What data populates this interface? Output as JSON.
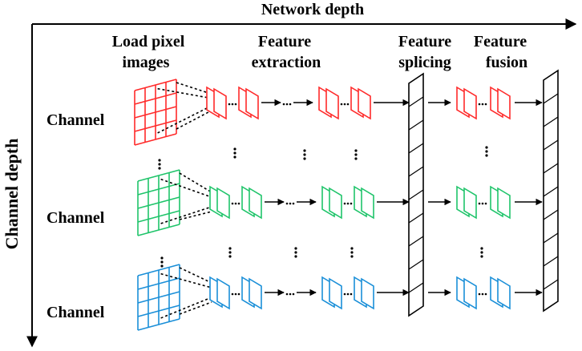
{
  "axes": {
    "x_label": "Network depth",
    "y_label": "Channel depth"
  },
  "stage_labels": {
    "load_line1": "Load pixel",
    "load_line2": "images",
    "extract_line1": "Feature",
    "extract_line2": "extraction",
    "splice_line1": "Feature",
    "splice_line2": "splicing",
    "fusion_line1": "Feature",
    "fusion_line2": "fusion"
  },
  "channels": [
    {
      "label": "Channel",
      "color": "#ff2a2a"
    },
    {
      "label": "Channel",
      "color": "#1fc46a"
    },
    {
      "label": "Channel",
      "color": "#1a8fd8"
    }
  ],
  "colors": {
    "axis": "#000000",
    "column_stroke": "#000000",
    "arrow": "#000000"
  }
}
